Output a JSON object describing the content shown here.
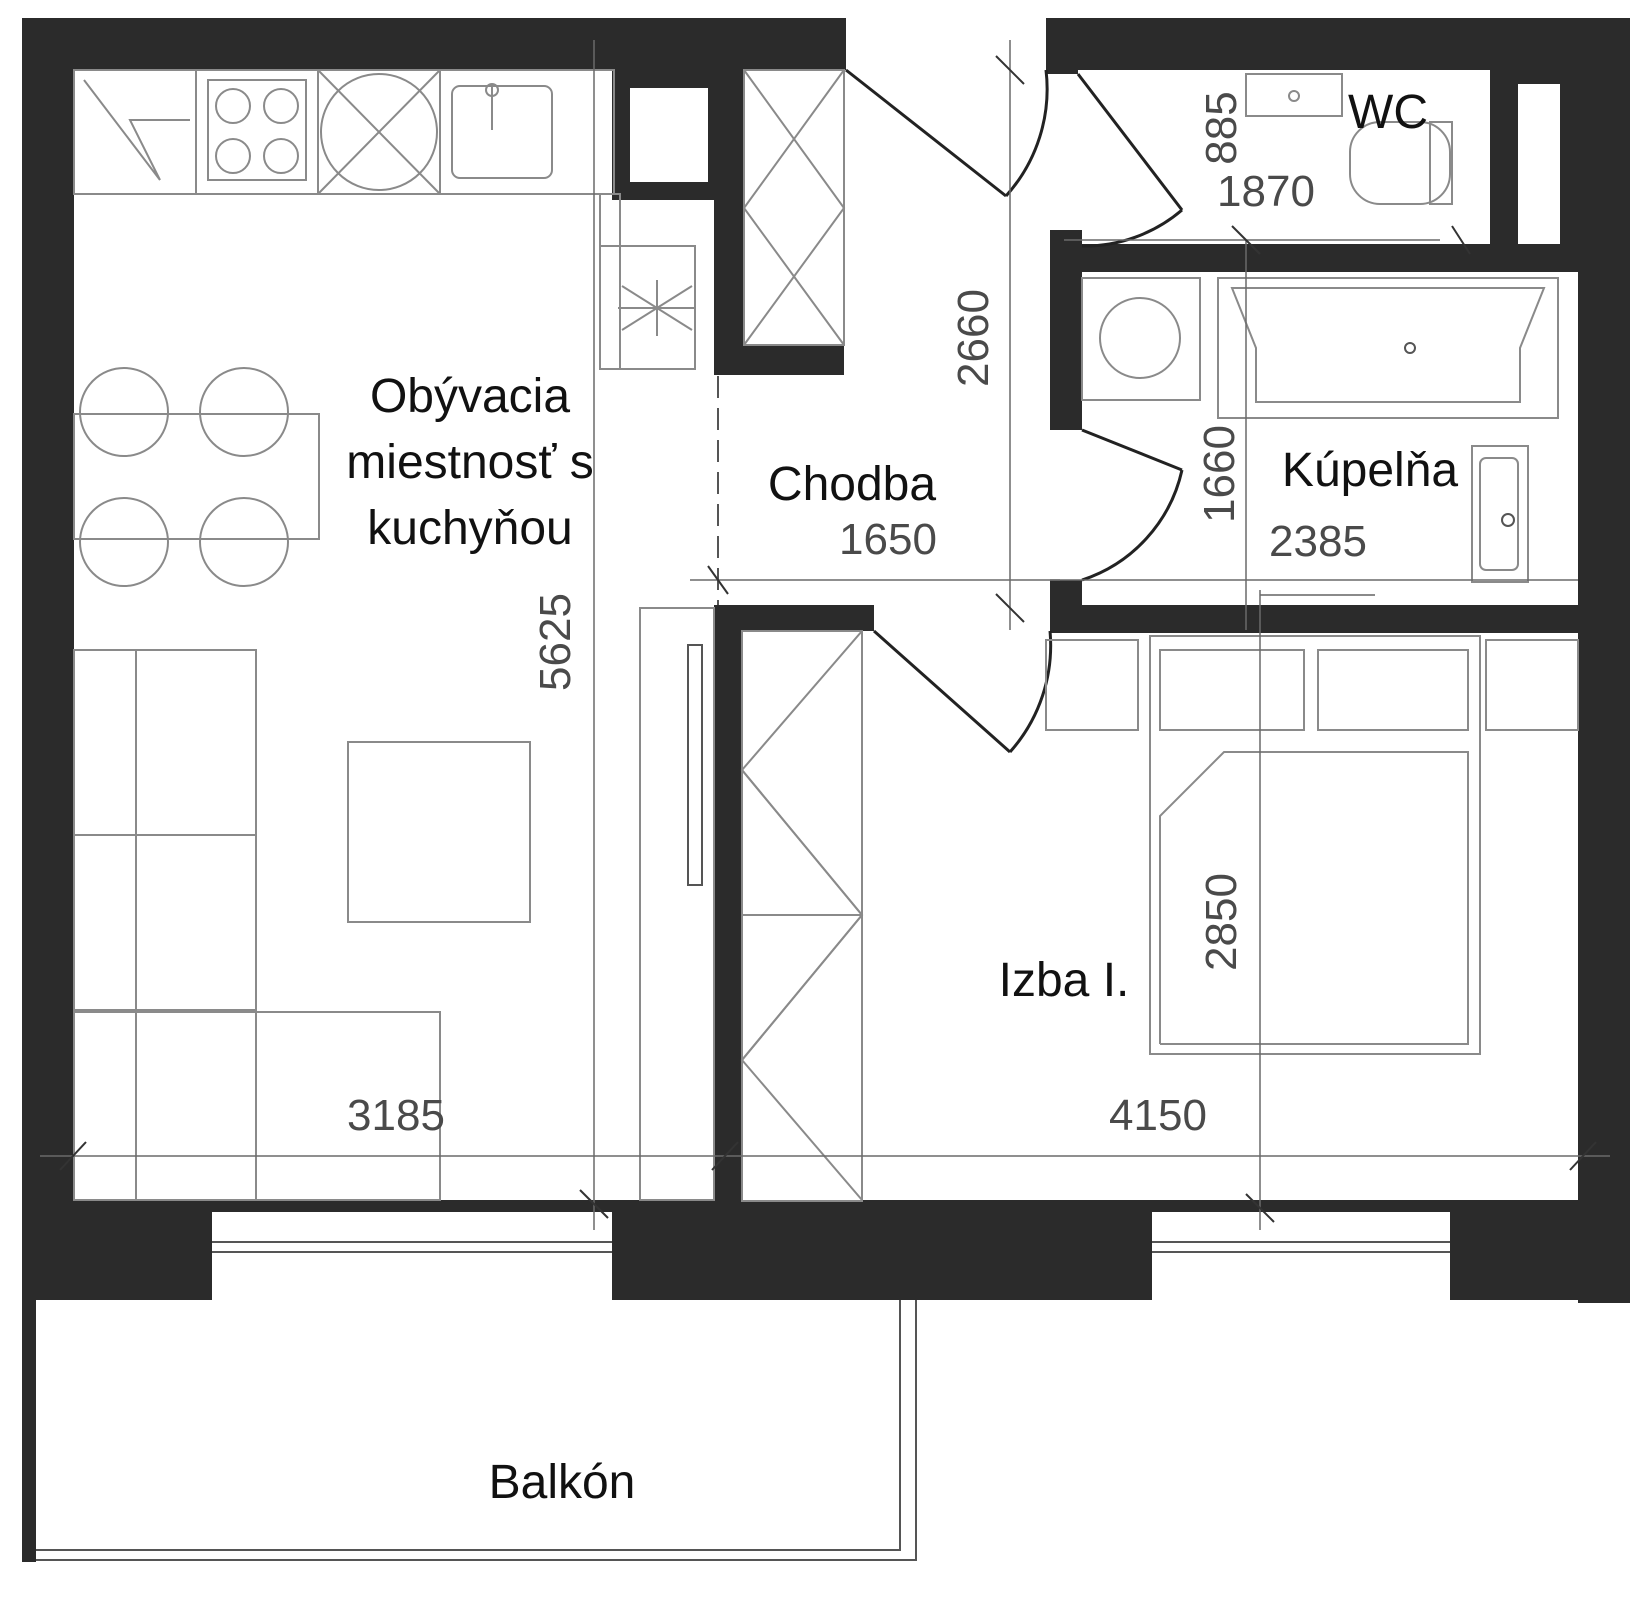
{
  "plan": {
    "rooms": {
      "living": {
        "line1": "Obývacia",
        "line2": "miestnosť s",
        "line3": "kuchyňou",
        "width": "3185",
        "depth": "5625"
      },
      "hall": {
        "name": "Chodba",
        "width": "1650",
        "depth": "2660"
      },
      "wc": {
        "name": "WC",
        "width": "1870",
        "depth": "885"
      },
      "bath": {
        "name": "Kúpelňa",
        "width": "2385",
        "depth": "1660"
      },
      "bedroom": {
        "name": "Izba I.",
        "width": "4150",
        "depth": "2850"
      },
      "balcony": {
        "name": "Balkón"
      }
    },
    "colors": {
      "wall": "#2b2b2b",
      "furniture": "#8a8a8a",
      "text": "#111111",
      "dimension": "#4a4a4a"
    },
    "icons": [
      "stove-icon",
      "sink-icon",
      "toilet-icon",
      "bathtub-icon",
      "washing-machine-icon",
      "bed-icon",
      "sofa-icon",
      "dining-table-icon",
      "wardrobe-icon",
      "fridge-icon"
    ]
  }
}
